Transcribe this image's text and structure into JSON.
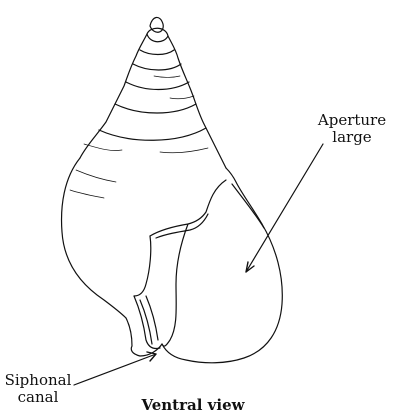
{
  "labels": {
    "aperture_line1": "Aperture",
    "aperture_line2": "large",
    "siphonal_line1": "Siphonal",
    "siphonal_line2": "canal",
    "caption": "Ventral view"
  },
  "colors": {
    "ink": "#111111",
    "background": "#ffffff"
  }
}
